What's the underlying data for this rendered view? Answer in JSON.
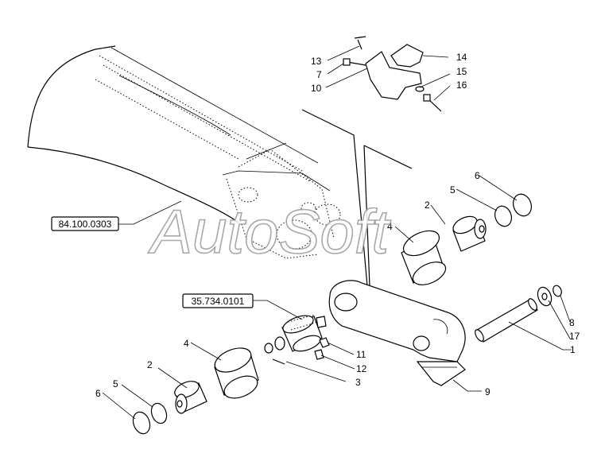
{
  "watermark": "AutoSoft",
  "references": {
    "boom": "84.100.0303",
    "cylinder": "35.734.0101"
  },
  "callouts": {
    "c1": "1",
    "c2a": "2",
    "c2b": "2",
    "c3": "3",
    "c4a": "4",
    "c4b": "4",
    "c5a": "5",
    "c5b": "5",
    "c6a": "6",
    "c6b": "6",
    "c7": "7",
    "c8": "8",
    "c9": "9",
    "c10": "10",
    "c11": "11",
    "c12": "12",
    "c13": "13",
    "c14": "14",
    "c15": "15",
    "c16": "16",
    "c17": "17"
  }
}
